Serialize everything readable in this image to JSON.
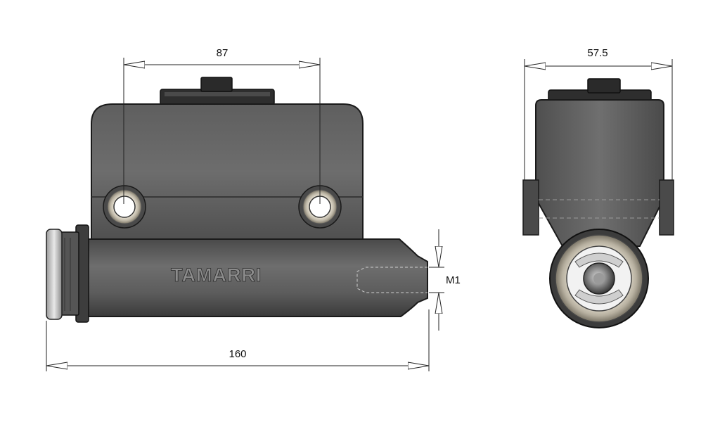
{
  "dimensions": {
    "reservoir_hole_spacing": "87",
    "overall_length": "160",
    "end_width": "57.5",
    "outlet_thread": "M1"
  },
  "brand": {
    "logo": "TAMARRI"
  },
  "colors": {
    "body_light": "#6b6b6b",
    "body_dark": "#3e3e3e",
    "cap_dark": "#2b2b2b",
    "dimension_line": "#222222",
    "metal_ring": "#d8d2c4"
  }
}
